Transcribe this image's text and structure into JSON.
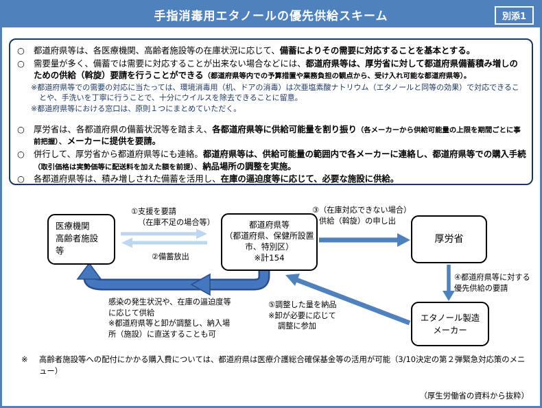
{
  "page": {
    "title": "手指消毒用エタノールの優先供給スキーム",
    "badge": "別添1",
    "source_note": "（厚生労働省の資料から抜粋）"
  },
  "colors": {
    "title_bar": "#4F81BD",
    "page_border": "#4F81BD",
    "summary_box_border": "#17375E",
    "note_text": "#1F3864",
    "arrow_light": "#BDD7EE",
    "arrow_mid": "#4F81BD",
    "arrow_thick_fill": "#4577BE",
    "arrow_thick_edge": "#2B4F8E"
  },
  "summary_box": {
    "items": [
      {
        "type": "bullet",
        "marker": "○",
        "segments": [
          {
            "t": "都道府県等は、各医療機関、高齢者施設等の在庫状況に応じて、",
            "s": "n"
          },
          {
            "t": "備蓄によりその需要に対応することを基本とする。",
            "s": "b"
          }
        ]
      },
      {
        "type": "bullet",
        "marker": "○",
        "segments": [
          {
            "t": "需要量が多く、備蓄では需要に対応することが出来ない場合などには、",
            "s": "n"
          },
          {
            "t": "都道府県等は、厚労省に対して都道府県備蓄積み増しのための供給（斡旋）要請を行うことができる",
            "s": "b"
          },
          {
            "t": "（都道府県等内での予算措置や業務負担の観点から、受け入れ可能な都道府県等）。",
            "s": "smb"
          }
        ]
      },
      {
        "type": "note",
        "segments": [
          {
            "t": "※都道府県等での需要の対応に当たっては、環境消毒用（机、ドアの消毒）は次亜塩素酸ナトリウム（エタノールと同等の効果）で対応できることや、手洗いを丁寧に行うことで、十分にウイルスを除去できることに留意。",
            "s": "note"
          }
        ]
      },
      {
        "type": "note",
        "segments": [
          {
            "t": "※都道府県等における窓口は、原則１つにまとめていただく。",
            "s": "note"
          }
        ]
      },
      {
        "type": "bullet",
        "marker": "○",
        "segments": [
          {
            "t": "厚労省は、各都道府県の備蓄状況等を踏まえ、",
            "s": "n"
          },
          {
            "t": "各都道府県等に供給可能量を割り振り",
            "s": "b"
          },
          {
            "t": "（各メーカーから供給可能量の上限を期間ごとに事前把握）",
            "s": "smb"
          },
          {
            "t": "、",
            "s": "n"
          },
          {
            "t": "メーカーに提供を要請。",
            "s": "b"
          }
        ]
      },
      {
        "type": "bullet",
        "marker": "○",
        "segments": [
          {
            "t": "併行して、厚労省から都道府県等にも連絡。",
            "s": "n"
          },
          {
            "t": "都道府県等は、供給可能量の範囲内で各メーカーに連絡し、都道府県等での購入手続",
            "s": "b"
          },
          {
            "t": "（取引価格は実勢価等に配送料を加えた額を前提）",
            "s": "smb"
          },
          {
            "t": "、",
            "s": "n"
          },
          {
            "t": "納品場所の調整を実施。",
            "s": "b"
          }
        ]
      },
      {
        "type": "bullet",
        "marker": "○",
        "segments": [
          {
            "t": "各都道府県等は、積み増しされた備蓄を活用し、",
            "s": "n"
          },
          {
            "t": "在庫の逼迫度等に応じて、必要な施設に供給。",
            "s": "b"
          }
        ]
      }
    ]
  },
  "diagram": {
    "boxes": {
      "medical": {
        "lines": [
          "医療機関",
          "高齢者施設",
          "等"
        ]
      },
      "prefecture": {
        "lines": [
          "都道府県等",
          "（都道府県、保健所設置",
          "市、特別区）",
          "※計154"
        ]
      },
      "mhlw": {
        "lines": [
          "厚労省"
        ]
      },
      "maker": {
        "lines": [
          "エタノール製造",
          "メーカー"
        ]
      }
    },
    "labels": {
      "l1": [
        "①支援を要請",
        "（在庫不足の場合等）"
      ],
      "l2": [
        "②備蓄放出"
      ],
      "l3": [
        "③（在庫対応できない場合）",
        "供給（斡旋）の申し出"
      ],
      "l4": [
        "④都道府県等に対する",
        "優先供給の要請"
      ],
      "l5": [
        "⑤調整した量を納品",
        "※卸が必要に応じて",
        "調整に参加"
      ],
      "l6": [
        "感染の発生状況や、在庫の逼迫度等",
        "に応じて供給",
        "※都道府県等と卸が調整し、納入場",
        "所（施設）に直送することも可"
      ]
    }
  },
  "footnote": {
    "marker": "※",
    "text": "高齢者施設等への配付にかかる購入費については、都道府県は医療介護総合確保基金等の活用が可能（3/10決定の第２弾緊急対応策のメニュー）"
  }
}
